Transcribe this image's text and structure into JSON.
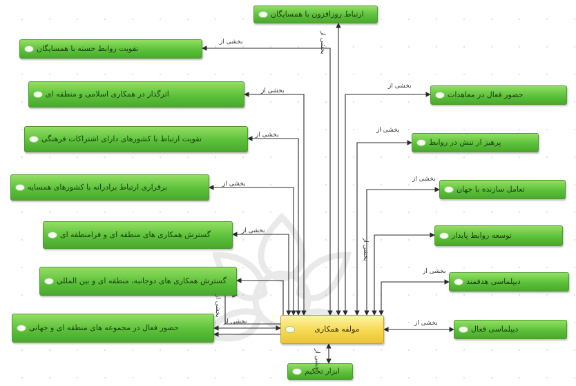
{
  "colors": {
    "node_green": "#5cc13a",
    "node_center": "#f6d94f",
    "edge": "#2a2a2a"
  },
  "center": {
    "label": "مولفه همکاری",
    "icon": "node-icon"
  },
  "nodes": [
    {
      "id": "top",
      "label": "ارتباط روزافزون با همسایگان"
    },
    {
      "id": "l1",
      "label": "تقویت روابط حسنه با همسایگان"
    },
    {
      "id": "l2",
      "label": "اثرگذار در همکاری اسلامی و منطقه ای"
    },
    {
      "id": "l3",
      "label": "تقویت ارتباط با کشورهای دارای اشتراکات فرهنگی"
    },
    {
      "id": "l4",
      "label": "برقراری ارتباط برادرانه با کشورهای همسایه"
    },
    {
      "id": "l5",
      "label": "گسترش همکاری های منطقه ای و فرامنطقه ای"
    },
    {
      "id": "l6",
      "label": "گسترش همکاری های دوجانبه، منطقه ای و بین المللی"
    },
    {
      "id": "l7",
      "label": "حضور فعال در مجموعه های منطقه ای و جهانی"
    },
    {
      "id": "r1",
      "label": "حضور فعال در معاهدات"
    },
    {
      "id": "r2",
      "label": "پرهیز از تنش در روابط"
    },
    {
      "id": "r3",
      "label": "تعامل سازنده با جهان"
    },
    {
      "id": "r4",
      "label": "توسعه روابط پایدار"
    },
    {
      "id": "r5",
      "label": "دیپلماسی هدفمند"
    },
    {
      "id": "r6",
      "label": "دیپلماسی فعال"
    },
    {
      "id": "bottom",
      "label": "ابزار تحکیم"
    }
  ],
  "edge_label": "بخشی از"
}
